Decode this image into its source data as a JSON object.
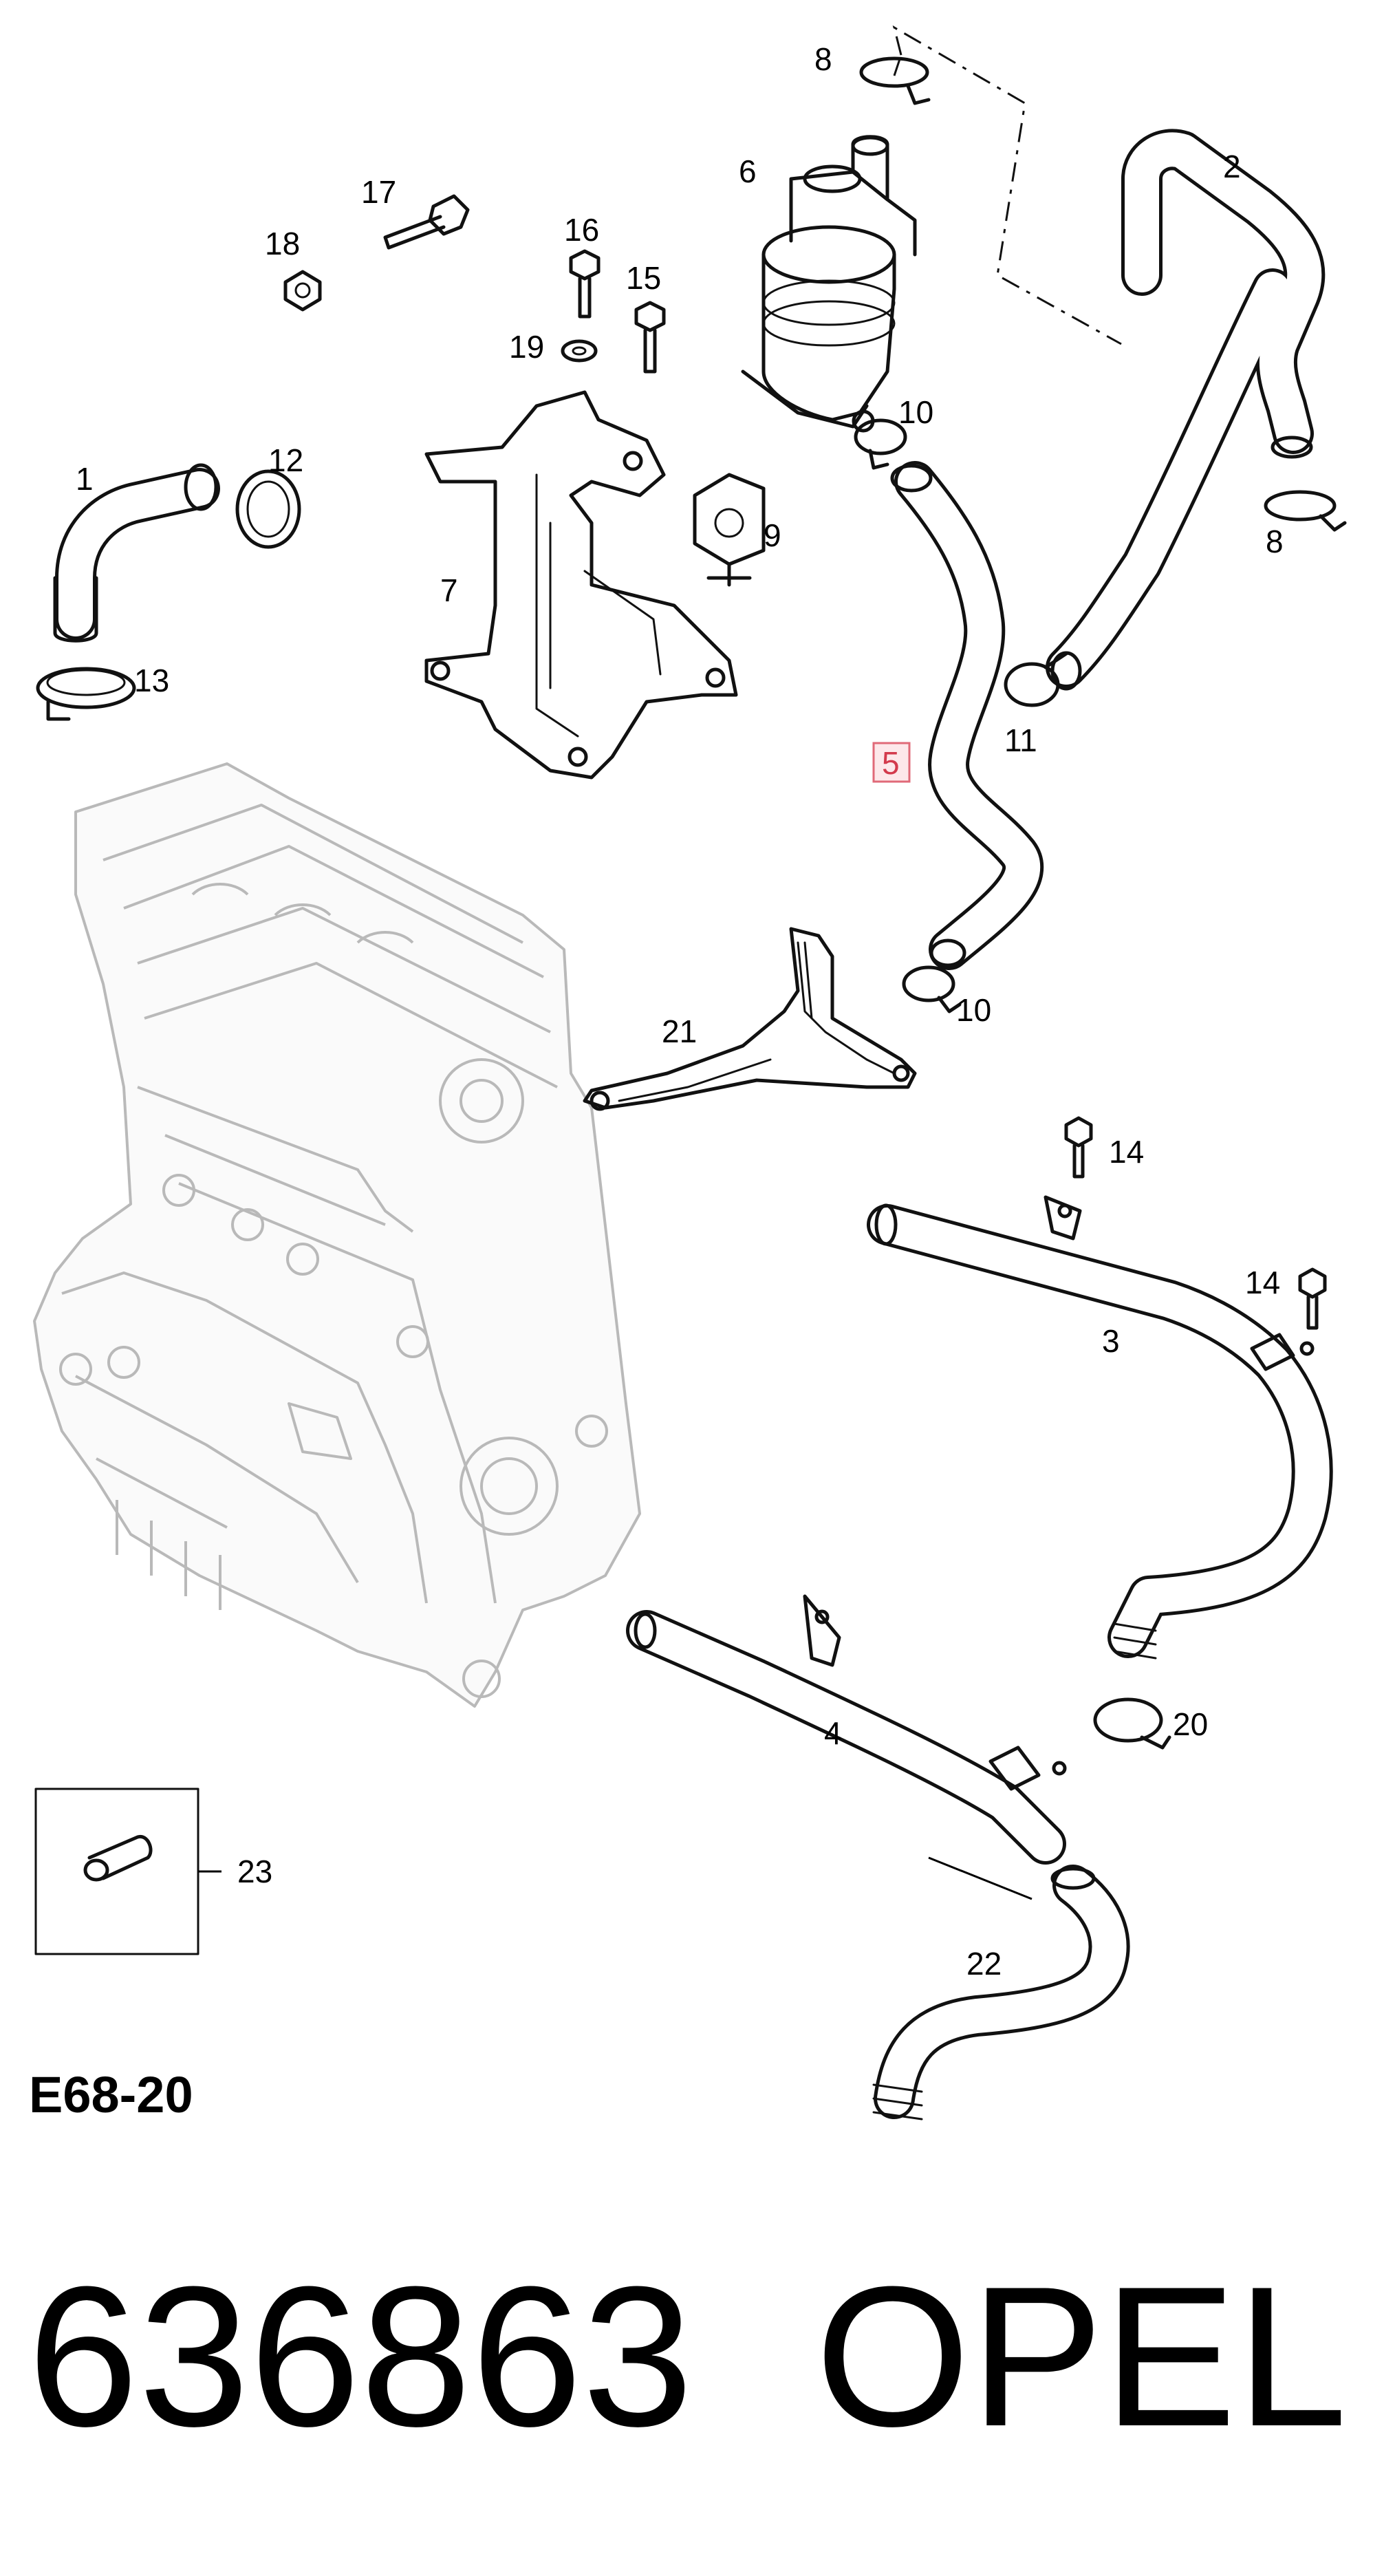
{
  "diagram": {
    "code": "E68-20",
    "highlighted_callout": "5",
    "callouts": [
      {
        "id": "c1",
        "label": "1"
      },
      {
        "id": "c2",
        "label": "2"
      },
      {
        "id": "c3",
        "label": "3"
      },
      {
        "id": "c4",
        "label": "4"
      },
      {
        "id": "c6",
        "label": "6"
      },
      {
        "id": "c7",
        "label": "7"
      },
      {
        "id": "c8a",
        "label": "8"
      },
      {
        "id": "c8b",
        "label": "8"
      },
      {
        "id": "c9",
        "label": "9"
      },
      {
        "id": "c10a",
        "label": "10"
      },
      {
        "id": "c10b",
        "label": "10"
      },
      {
        "id": "c11",
        "label": "11"
      },
      {
        "id": "c12",
        "label": "12"
      },
      {
        "id": "c13",
        "label": "13"
      },
      {
        "id": "c14a",
        "label": "14"
      },
      {
        "id": "c14b",
        "label": "14"
      },
      {
        "id": "c15",
        "label": "15"
      },
      {
        "id": "c16",
        "label": "16"
      },
      {
        "id": "c17",
        "label": "17"
      },
      {
        "id": "c18",
        "label": "18"
      },
      {
        "id": "c19",
        "label": "19"
      },
      {
        "id": "c20",
        "label": "20"
      },
      {
        "id": "c21",
        "label": "21"
      },
      {
        "id": "c22",
        "label": "22"
      },
      {
        "id": "c23",
        "label": "23"
      }
    ]
  },
  "caption": {
    "part_number": "636863",
    "brand": "OPEL"
  },
  "colors": {
    "highlight_text": "#d33a4c",
    "highlight_border": "#e06a78",
    "highlight_fill": "#fde8ea",
    "engine_outline": "#b9b9b9"
  }
}
